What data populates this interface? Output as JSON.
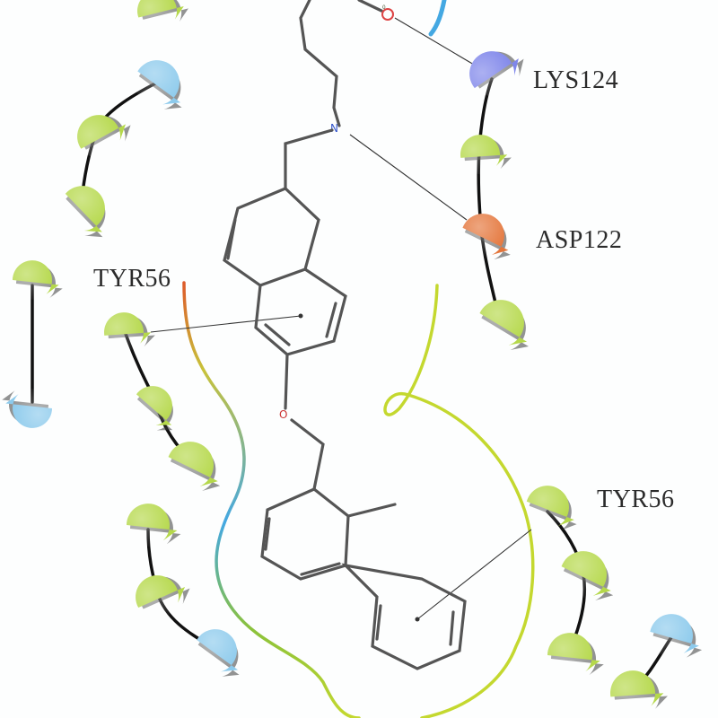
{
  "colors": {
    "hydrophobic": "#b5d84a",
    "positive": "#7f86ea",
    "negative": "#e4753a",
    "polar": "#8ccaec",
    "pocket_yellow": "#c4d82f",
    "pocket_blue": "#44a8e2",
    "pocket_orange": "#dd5a2a",
    "ligand_bonds": "#555555",
    "chain_bonds": "#111111"
  },
  "labels": {
    "lys124": "LYS124",
    "asp122": "ASP122",
    "tyr56_left": "TYR56",
    "tyr56_right": "TYR56"
  },
  "ligand": {
    "amine_atom": "N",
    "ether_atom": "O",
    "carbonyl_atom": "O"
  },
  "residues": [
    {
      "id": "r-top",
      "type": "hydrophobic"
    },
    {
      "id": "r-l1",
      "type": "polar"
    },
    {
      "id": "r-l2",
      "type": "hydrophobic"
    },
    {
      "id": "r-l3",
      "type": "hydrophobic"
    },
    {
      "id": "r-l4",
      "type": "hydrophobic"
    },
    {
      "id": "r-l5",
      "type": "polar"
    },
    {
      "id": "r-tyr-left",
      "type": "hydrophobic"
    },
    {
      "id": "r-m2",
      "type": "hydrophobic"
    },
    {
      "id": "r-m3",
      "type": "hydrophobic"
    },
    {
      "id": "r-b1",
      "type": "hydrophobic"
    },
    {
      "id": "r-b2",
      "type": "hydrophobic"
    },
    {
      "id": "r-b3",
      "type": "polar"
    },
    {
      "id": "r-lys124",
      "type": "positive"
    },
    {
      "id": "r-mid-right",
      "type": "hydrophobic"
    },
    {
      "id": "r-asp122",
      "type": "negative"
    },
    {
      "id": "r-below-asp",
      "type": "hydrophobic"
    },
    {
      "id": "r-tyr-right",
      "type": "hydrophobic"
    },
    {
      "id": "r-br2",
      "type": "hydrophobic"
    },
    {
      "id": "r-br3",
      "type": "hydrophobic"
    },
    {
      "id": "r-br4",
      "type": "polar"
    },
    {
      "id": "r-br5",
      "type": "hydrophobic"
    }
  ]
}
